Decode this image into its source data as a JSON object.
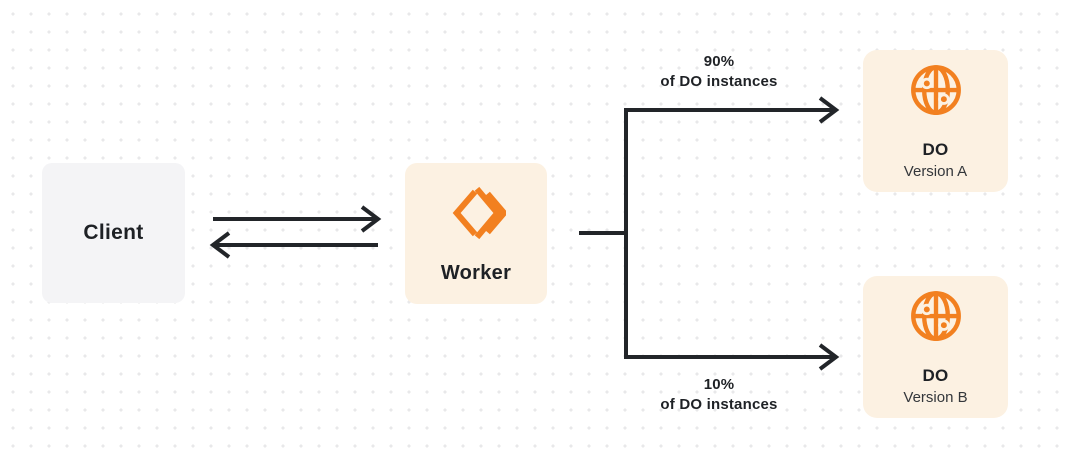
{
  "colors": {
    "accent_orange": "#f28020",
    "box_cream": "#fcf1e2",
    "box_gray": "#f4f4f6",
    "line_dark": "#222529",
    "text_dark": "#1e2125",
    "text_soft": "#34373b",
    "dot_grid": "#e8e8ea"
  },
  "icons": {
    "worker": "workers-chevrons-icon",
    "durable_object": "globe-icon"
  },
  "nodes": {
    "client": {
      "label": "Client"
    },
    "worker": {
      "label": "Worker"
    },
    "do_version_a": {
      "title": "DO",
      "subtitle": "Version A"
    },
    "do_version_b": {
      "title": "DO",
      "subtitle": "Version B"
    }
  },
  "edges": {
    "top_branch": {
      "percent": "90%",
      "caption": "of DO instances"
    },
    "bottom_branch": {
      "percent": "10%",
      "caption": "of DO instances"
    }
  }
}
